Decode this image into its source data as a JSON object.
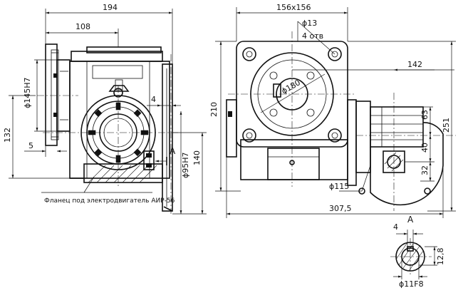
{
  "title": "",
  "side_view": {
    "dim_overall_width": "194",
    "dim_to_axis": "108",
    "dim_flange_diameter": "ϕ145H7",
    "dim_height": "132",
    "dim_flange_thickness": "5",
    "dim_key_4": "4",
    "dim_shaft_diameter": "ϕ95H7",
    "dim_140": "140",
    "section_mark": "A",
    "callout_motor_flange": "Фланец под электродвигатель АИР-56"
  },
  "front_view": {
    "dim_square": "156x156",
    "dim_hole_diameter": "ϕ13",
    "dim_hole_count": "4 отв",
    "dim_bolt_circle": "ϕ180",
    "dim_142": "142",
    "dim_210": "210",
    "dim_251": "251",
    "dim_63": "63",
    "dim_40": "40",
    "dim_32": "32",
    "dim_115": "ϕ115",
    "dim_307_5": "307,5"
  },
  "section_a": {
    "label": "A",
    "dim_key_width": "4",
    "dim_height": "12,8",
    "dim_bore": "ϕ11F8"
  }
}
